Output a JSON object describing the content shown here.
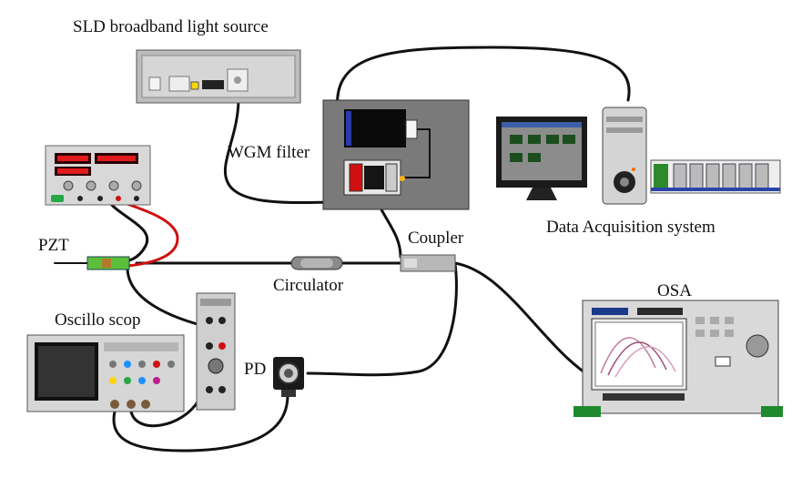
{
  "labels": {
    "sld": "SLD broadband light source",
    "wgm": "WGM filter",
    "pzt": "PZT",
    "coupler": "Coupler",
    "circulator": "Circulator",
    "daq": "Data Acquisition system",
    "osa": "OSA",
    "oscillo": "Oscillo scop",
    "pd": "PD"
  },
  "colors": {
    "fiber": "#111111",
    "wire_red": "#d01010",
    "device_gray": "#c8c8c8",
    "dark_panel": "#777777",
    "osa_body": "#d9d9d9",
    "green_trim": "#1e8a2e"
  }
}
